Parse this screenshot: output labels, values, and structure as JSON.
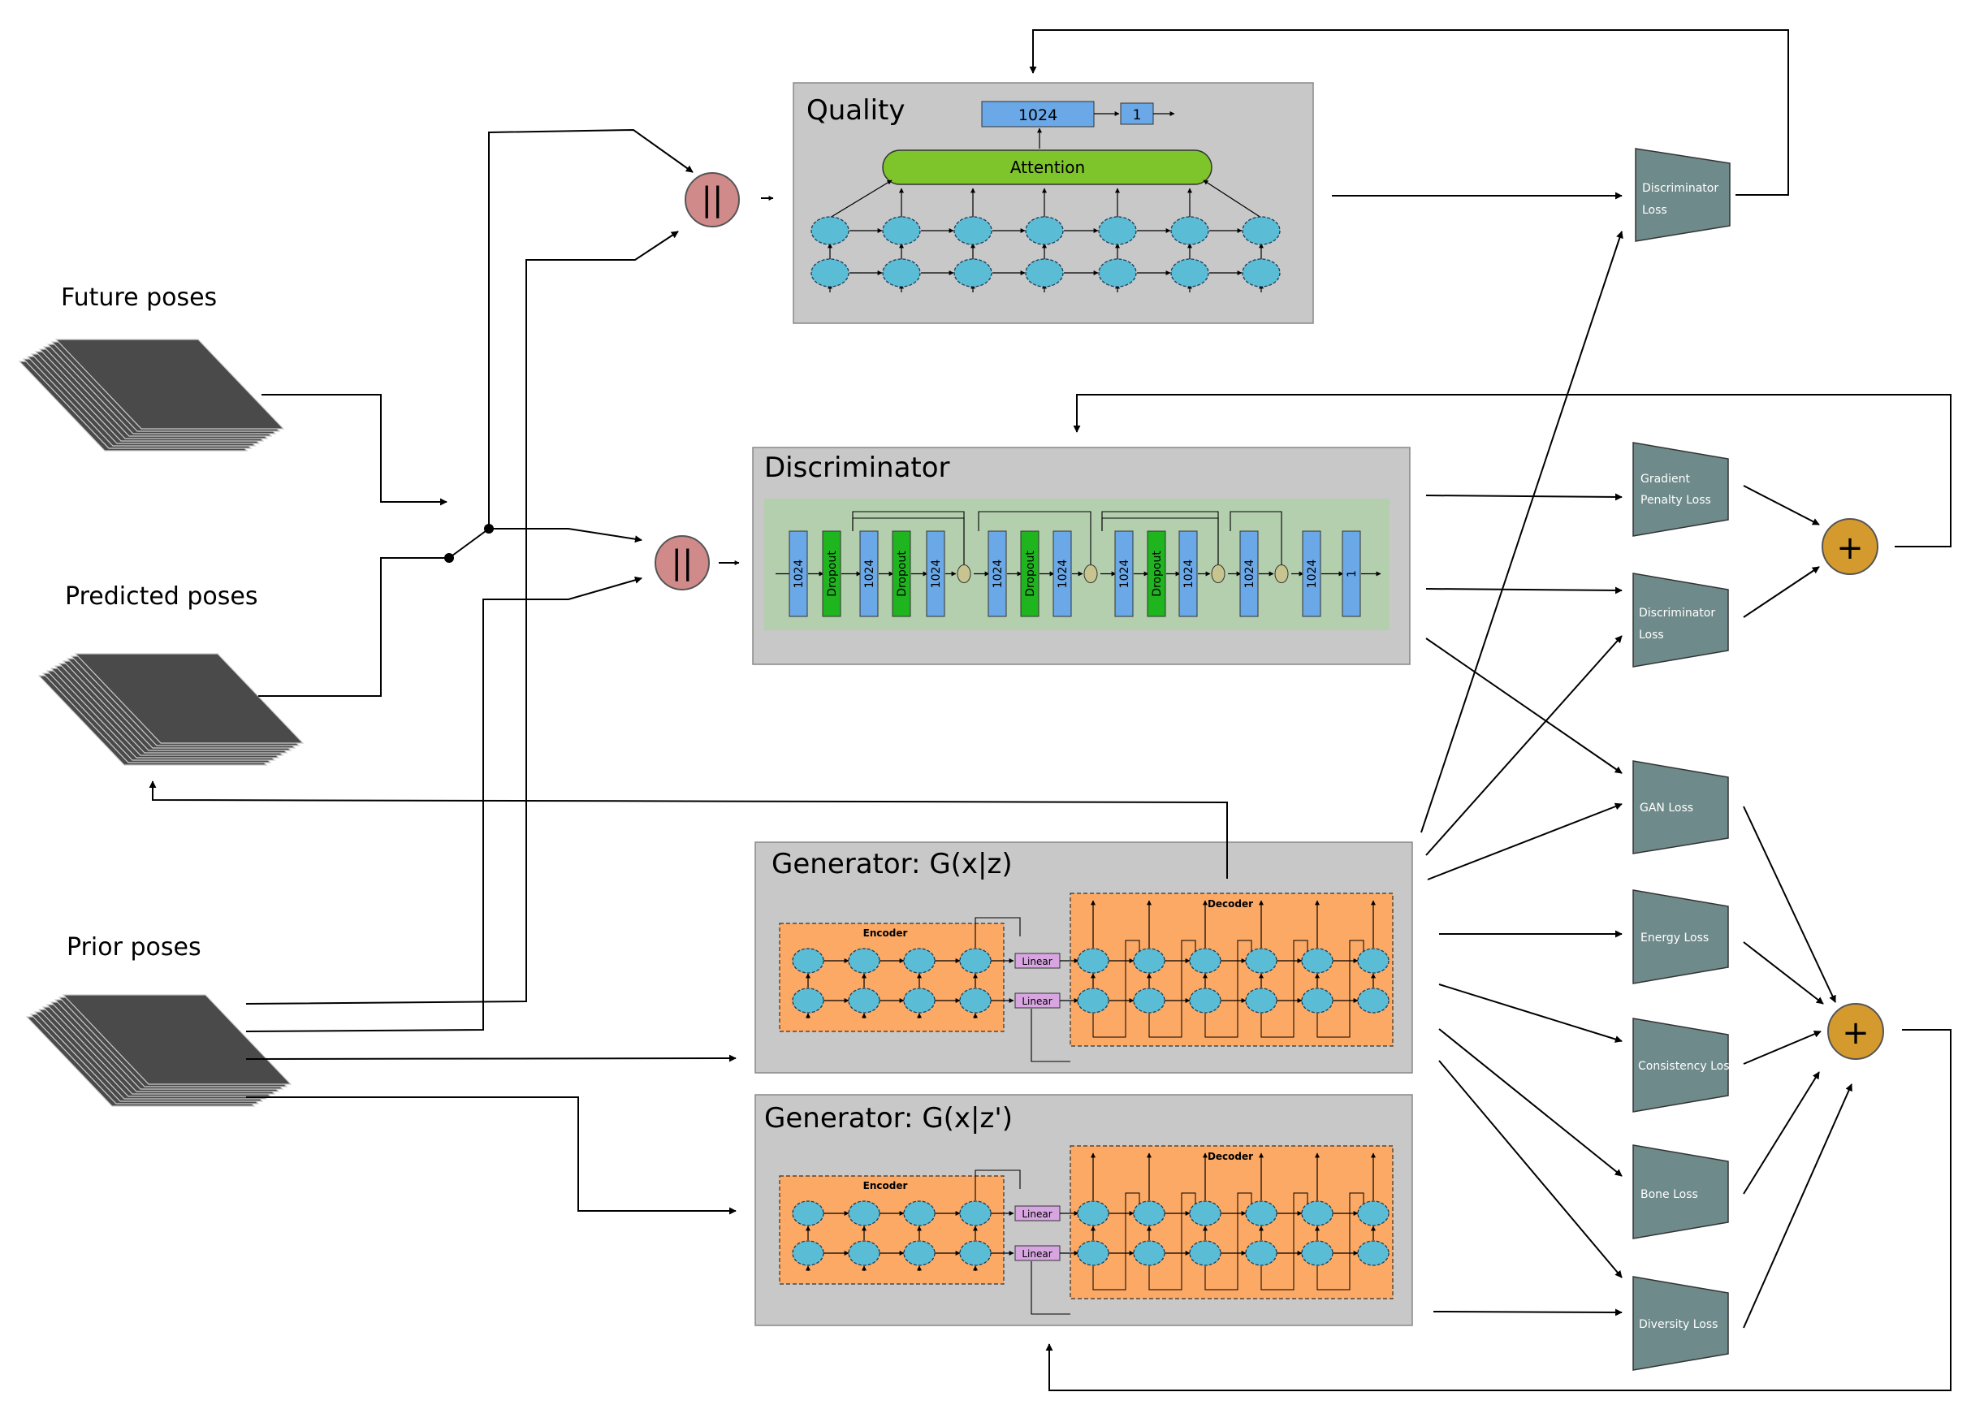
{
  "inputs": {
    "future_label": "Future poses",
    "predicted_label": "Predicted poses",
    "prior_label": "Prior poses"
  },
  "concat_symbol": "||",
  "sum_symbol": "+",
  "quality": {
    "title": "Quality",
    "attention_label": "Attention",
    "out1": "1024",
    "out2": "1"
  },
  "discriminator": {
    "title": "Discriminator",
    "layers": [
      "1024",
      "Dropout",
      "1024",
      "Dropout",
      "1024",
      "1024",
      "Dropout",
      "1024",
      "1024",
      "Dropout",
      "1024",
      "1024",
      "1024",
      "1"
    ]
  },
  "generator1": {
    "title": "Generator: G(x|z)",
    "encoder_label": "Encoder",
    "decoder_label": "Decoder",
    "linear_label": "Linear"
  },
  "generator2": {
    "title": "Generator: G(x|z')",
    "encoder_label": "Encoder",
    "decoder_label": "Decoder",
    "linear_label": "Linear"
  },
  "losses": {
    "disc_quality": [
      "Discriminator",
      "Loss"
    ],
    "gradient_penalty": [
      "Gradient",
      "Penalty Loss"
    ],
    "disc_loss": [
      "Discriminator",
      "Loss"
    ],
    "gan": [
      "GAN Loss"
    ],
    "energy": [
      "Energy Loss"
    ],
    "consistency": [
      "Consistency Loss"
    ],
    "bone": [
      "Bone Loss"
    ],
    "diversity": [
      "Diversity Loss"
    ]
  },
  "colors": {
    "panel": "#c8c8c8",
    "node": "#5bbcd6",
    "attention": "#7ec42b",
    "layer_blue": "#6aa8e8",
    "dropout_green": "#1fb51f",
    "disc_bg": "#b4cfae",
    "orange": "#fca965",
    "linear": "#d7a6e0",
    "loss": "#6f8a8a",
    "concat": "#d08a8a",
    "sum": "#d49a2e",
    "pose_stack": "#4a4a4a"
  }
}
